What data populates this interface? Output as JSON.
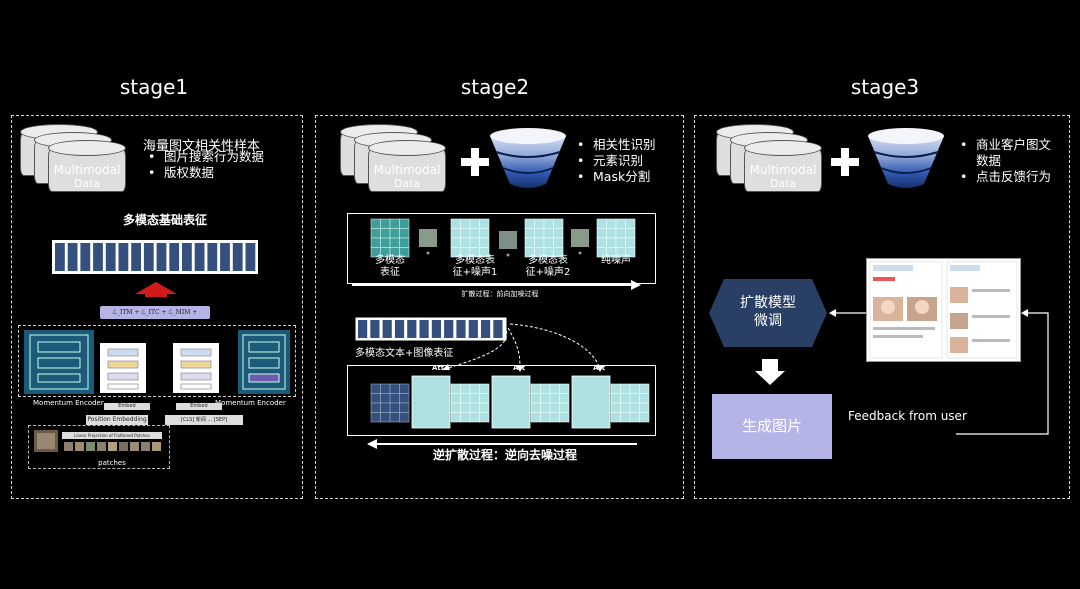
{
  "stages": {
    "s1": "stage1",
    "s2": "stage2",
    "s3": "stage3"
  },
  "db_label_line1": "Multimodal",
  "db_label_line2": "Data",
  "stage1": {
    "title_text": "海量图文相关性样本",
    "bullets": [
      "图片搜索行为数据",
      "版权数据"
    ],
    "section_label": "多模态基础表征",
    "loss_label": "ℒ_ITM + ℒ_ITC + ℒ_MIM + ℒ_MLM",
    "momentum_left": "Momentum Encoder",
    "momentum_right": "Momentum Encoder",
    "embed1": "Embed",
    "embed2": "Embed",
    "position_embedding": "Position Embedding",
    "cls_text": "[CLS] 新闻 ... [SEP]",
    "linear_proj": "Linear Projection of Flattened Patches",
    "patches": "patches",
    "plus": "+"
  },
  "stage2": {
    "bullets": [
      "相关性识别",
      "元素识别",
      "Mask分割"
    ],
    "label_a": "多模态\n表征",
    "label_b": "多模态表\n征+噪声1",
    "label_c": "多模态表\n征+噪声2",
    "label_d": "纯噪声",
    "forward_label": "扩散过程：前向加噪过程",
    "text_rep_label": "多模态文本+图像表征",
    "att": "Att",
    "reverse_label": "逆扩散过程：逆向去噪过程"
  },
  "stage3": {
    "bullets": [
      "商业客户图文数据",
      "点击反馈行为"
    ],
    "finetune": "扩散模型\n微调",
    "generate": "生成图片",
    "feedback": "Feedback from user"
  },
  "colors": {
    "navy": "#2a3f66",
    "lavender": "#b4b4e6",
    "teal": "#3f9e9a",
    "lightcyan": "#aee2e2",
    "seq_blue": "#35507f"
  }
}
